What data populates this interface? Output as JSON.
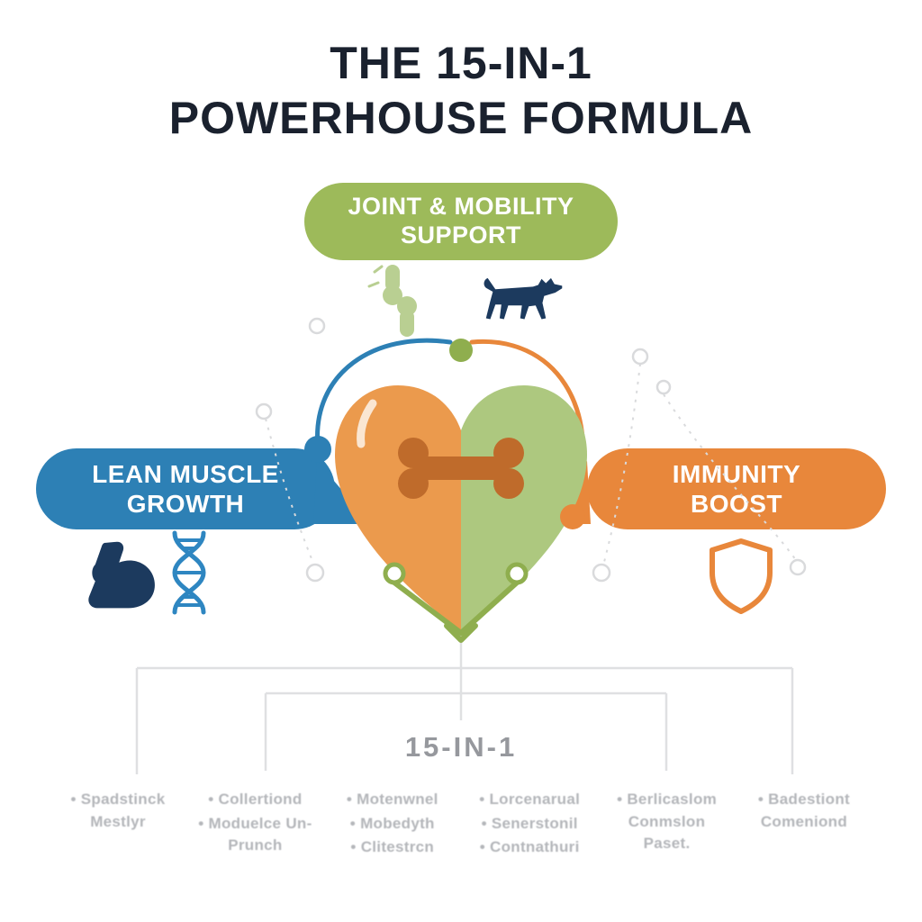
{
  "title": {
    "line1": "THE 15-IN-1",
    "line2": "POWERHOUSE FORMULA"
  },
  "badges": {
    "top": {
      "line1": "JOINT & MOBILITY",
      "line2": "SUPPORT"
    },
    "left": {
      "line1": "LEAN MUSCLE",
      "line2": "GROWTH"
    },
    "right": {
      "line1": "IMMUNITY",
      "line2": "BOOST"
    }
  },
  "center_label": "15-IN-1",
  "footer": {
    "columns": [
      {
        "items": [
          "Spadstinck Mestlyr"
        ]
      },
      {
        "items": [
          "Collertiond",
          "Moduelce Un-Prunch"
        ]
      },
      {
        "items": [
          "Motenwnel",
          "Mobedyth",
          "Clitestrcn"
        ]
      },
      {
        "items": [
          "Lorcenarual",
          "Senerstonil",
          "Contnathuri"
        ]
      },
      {
        "items": [
          "Berlicaslom Conmslon Paset."
        ]
      },
      {
        "items": [
          "Badestiont Comeniond"
        ]
      }
    ]
  },
  "icons": {
    "top": [
      "joint-icon",
      "dog-icon"
    ],
    "left": [
      "bicep-icon",
      "dna-icon"
    ],
    "right": [
      "shield-icon"
    ],
    "center": [
      "heart-shape",
      "bone-icon"
    ]
  },
  "palette": {
    "green": "#9dba5a",
    "blue": "#2d80b5",
    "orange": "#e8873b",
    "heart_left": "#eb9a4d",
    "heart_right": "#adc87f",
    "bone": "#bf6b2b",
    "navy": "#1c3a5e",
    "dna_blue": "#2e86c1",
    "gray_label": "#96989d",
    "gray_list": "#b4b6ba"
  }
}
